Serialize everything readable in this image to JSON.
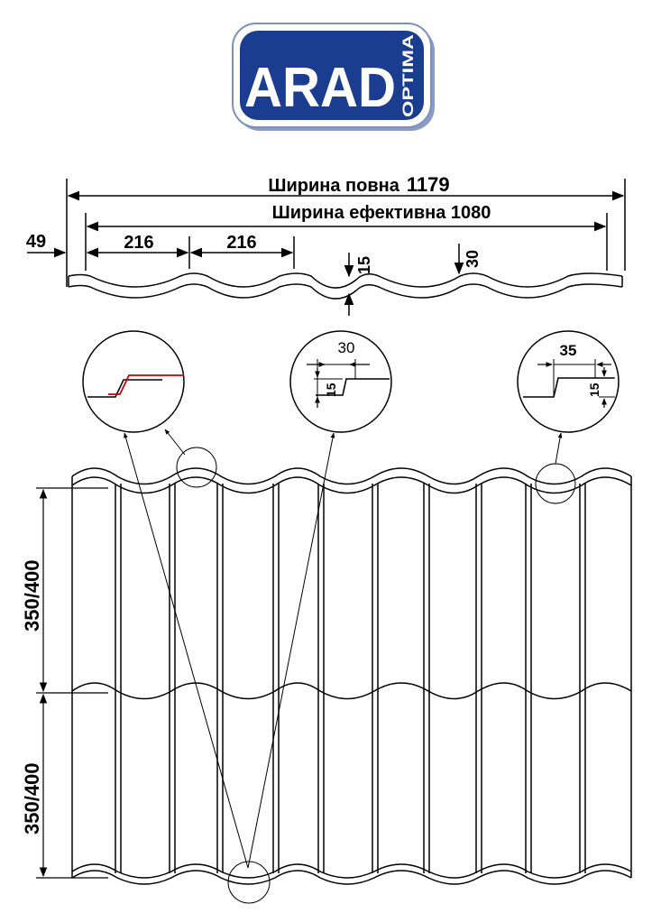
{
  "logo": {
    "brand": "ARAD",
    "sub": "OPTIMA",
    "colors": {
      "fill": "#1a3d8f",
      "border": "#ffffff",
      "frame": "#6b7fb3"
    }
  },
  "profile": {
    "full_width_label": "Ширина повна",
    "full_width_value": "1179",
    "effective_width_label": "Ширина ефективна 1080",
    "overhang": "49",
    "wave_pitch_1": "216",
    "wave_pitch_2": "216",
    "wave_depth": "15",
    "step_height": "30"
  },
  "details": {
    "detail_2_width": "30",
    "detail_2_height": "15",
    "detail_3_width": "35",
    "detail_3_height": "15",
    "seal_line_color": "#cc0000"
  },
  "sheet": {
    "module_top": "350/400",
    "module_bottom": "350/400"
  }
}
